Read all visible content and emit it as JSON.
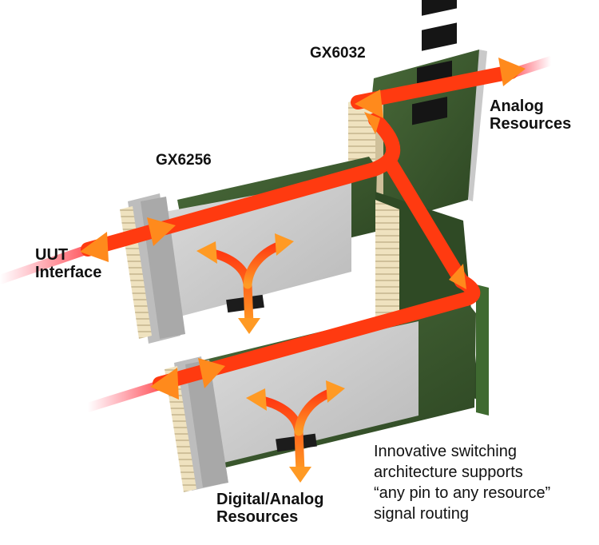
{
  "labels": {
    "gx6032": "GX6032",
    "gx6256": "GX6256",
    "analog_line1": "Analog",
    "analog_line2": "Resources",
    "uut_line1": "UUT",
    "uut_line2": "Interface",
    "digital_line1": "Digital/Analog",
    "digital_line2": "Resources"
  },
  "caption": {
    "line1": "Innovative switching",
    "line2": "architecture supports",
    "line3": "“any pin to any resource”",
    "line4": "signal routing"
  },
  "colors": {
    "board_green": "#3b5a2e",
    "panel_gray": "#c9c9c9",
    "connector_cream": "#efe2bf",
    "signal_red": "#ff2a10",
    "signal_orange": "#ff8a1c"
  }
}
